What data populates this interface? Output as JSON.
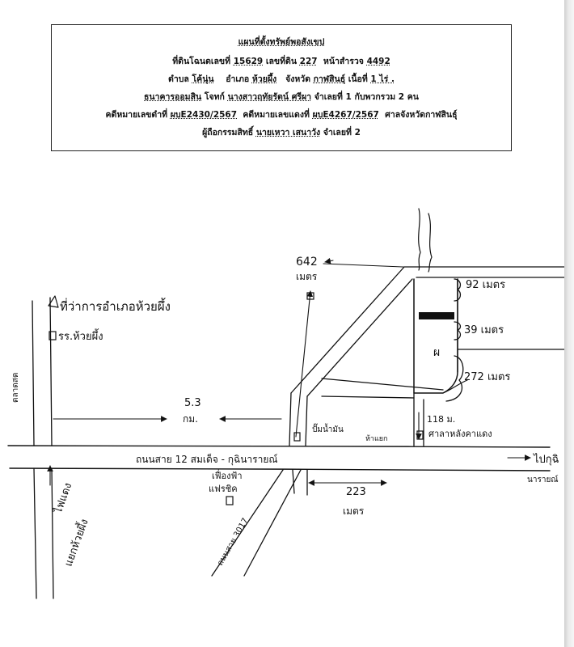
{
  "header": {
    "title": "แผนที่ตั้งทรัพย์พอสังเขป",
    "line2": {
      "deed_label": "ที่ดินโฉนดเลขที่",
      "deed_no": "15629",
      "land_no_label": "เลขที่ดิน",
      "land_no": "227",
      "survey_label": "หน้าสำรวจ",
      "survey_no": "4492"
    },
    "line3": {
      "subdistrict_label": "ตำบล",
      "subdistrict": "โค้นุ่น",
      "district_label": "อำเภอ",
      "district": "ห้วยผึ้ง",
      "province_label": "จังหวัด",
      "province": "กาฬสินธุ์",
      "area_label": "เนื้อที่",
      "area": "1 ไร่ ."
    },
    "line4": {
      "plaintiff": "ธนาคารออมสิน",
      "plaintiff_label": "โจทก์",
      "defendant": "นางสาวฤทัยรัตน์ ศรีผา",
      "defendant_suffix": "จำเลยที่ 1 กับพวกรวม 2 คน"
    },
    "line5": {
      "black_case_label": "คดีหมายเลขดำที่",
      "black_case": "ผบE2430/2567",
      "red_case_label": "คดีหมายเลขแดงที่",
      "red_case": "ผบE4267/2567",
      "court": "ศาลจังหวัดกาฬสินธุ์"
    },
    "line6": {
      "owner_label": "ผู้ถือกรรมสิทธิ์",
      "owner": "นายเหวา  เสนาวัง",
      "owner_suffix": "จำเลยที่ 2"
    }
  },
  "map": {
    "labels": {
      "district_office": "ที่ว่าการอำเภอห้วยผึ้ง",
      "school": "รร.ห้วยผึ้ง",
      "market": "ตลาดสด",
      "distance_km": "5.3",
      "distance_km_unit": "กม.",
      "distance_642": "642",
      "distance_642_unit": "เมตร",
      "side_92": "92 เมตร",
      "side_39": "39 เมตร",
      "side_272": "272 เมตร",
      "dist_118": "118 ม.",
      "gas_station": "ปั๊มน้ำมัน",
      "gas_station_2": "ห้าแยก",
      "culvert": "ศาลาหลังคาแดง",
      "main_road": "ถนนสาย 12 สมเด็จ - กุฉินารายณ์",
      "to_kuchinarai": "ไปกุฉิ",
      "to_kuchinarai_2": "นารายณ์",
      "shop": "เฟื่องฟ้า",
      "shop_2": "แฟรชิค",
      "road_3017": "ถนนสาย 3017",
      "dist_223": "223",
      "dist_223_unit": "เมตร",
      "traffic_light": "ไฟแดง",
      "traffic_light_2": "แยกห้วยผึ้ง",
      "property_marker": "ผ"
    },
    "colors": {
      "ink": "#111111",
      "paper": "#ffffff"
    }
  }
}
